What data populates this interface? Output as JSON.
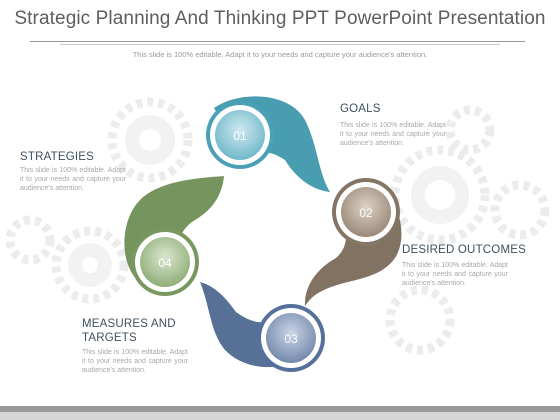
{
  "title": "Strategic Planning And Thinking PPT PowerPoint Presentation",
  "subtitle": "This slide is 100% editable. Adapt it to your needs and capture your audience's attention.",
  "steps": [
    {
      "number": "01",
      "heading": "GOALS",
      "text": "This slide is 100% editable. Adapt it to your needs and capture your audience's attention.",
      "color": "#4fa4b8"
    },
    {
      "number": "02",
      "heading": "DESIRED OUTCOMES",
      "text": "This slide is 100% editable. Adapt it to your needs and capture your audience's attention.",
      "color": "#8a7a6a"
    },
    {
      "number": "03",
      "heading": "MEASURES AND TARGETS",
      "text": "This slide is 100% editable. Adapt it to your needs and capture your audience's attention.",
      "color": "#58729a"
    },
    {
      "number": "04",
      "heading": "STRATEGIES",
      "text": "This slide is 100% editable. Adapt it to your needs and capture your audience's attention.",
      "color": "#7a9a60"
    }
  ]
}
